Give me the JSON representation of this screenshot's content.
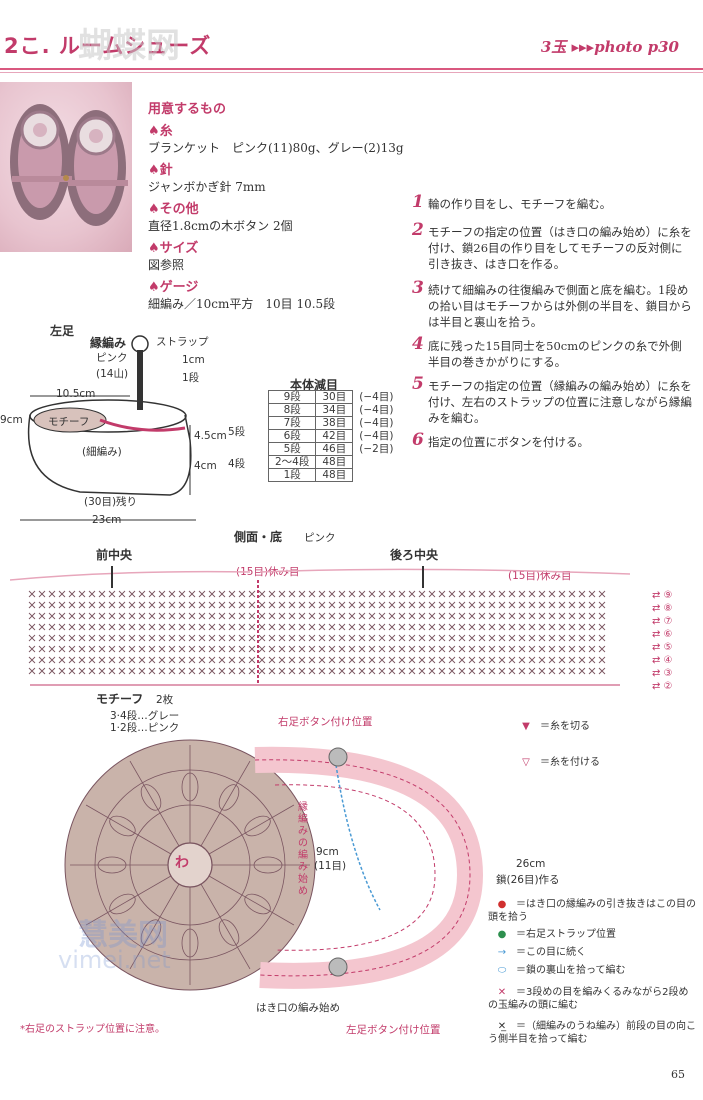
{
  "header": {
    "title": "2こ. ルームシューズ",
    "photo_ref": "3玉 ▸▸▸photo p30",
    "watermark": "蝴蝶网"
  },
  "materials": {
    "heading": "用意するもの",
    "yarn_label": "♠糸",
    "yarn": "ブランケット　ピンク(11)80g、グレー(2)13g",
    "needle_label": "♠針",
    "needle": "ジャンボかぎ針 7mm",
    "other_label": "♠その他",
    "other": "直径1.8cmの木ボタン 2個",
    "size_label": "♠サイズ",
    "size": "図参照",
    "gauge_label": "♠ゲージ",
    "gauge": "細編み／10cm平方　10目 10.5段"
  },
  "steps": [
    {
      "num": "1",
      "text": "輪の作り目をし、モチーフを編む。"
    },
    {
      "num": "2",
      "text": "モチーフの指定の位置（はき口の編み始め）に糸を付け、鎖26目の作り目をしてモチーフの反対側に引き抜き、はき口を作る。"
    },
    {
      "num": "3",
      "text": "続けて細編みの往復編みで側面と底を編む。1段めの拾い目はモチーフからは外側の半目を、鎖目からは半目と裏山を拾う。"
    },
    {
      "num": "4",
      "text": "底に残った15目同士を50cmのピンクの糸で外側半目の巻きかがりにする。"
    },
    {
      "num": "5",
      "text": "モチーフの指定の位置（縁編みの編み始め）に糸を付け、左右のストラップの位置に注意しながら縁編みを編む。"
    },
    {
      "num": "6",
      "text": "指定の位置にボタンを付ける。"
    }
  ],
  "diagram1": {
    "left_foot": "左足",
    "edging": "縁編み",
    "edging_color": "ピンク",
    "edging_count": "(14山)",
    "strap": "ストラップ",
    "one_cm": "1cm",
    "one_row": "1段",
    "length_top": "10.5cm",
    "nine_cm": "9cm",
    "motif": "モチーフ",
    "sc": "(細編み)",
    "h1": "4.5cm",
    "r1": "5段",
    "h2": "4cm",
    "r2": "4段",
    "remaining": "(30目)残り",
    "total": "23cm"
  },
  "decrease_table": {
    "title": "本体減目",
    "rows": [
      [
        "9段",
        "30目",
        "(−4目)"
      ],
      [
        "8段",
        "34目",
        "(−4目)"
      ],
      [
        "7段",
        "38目",
        "(−4目)"
      ],
      [
        "6段",
        "42目",
        "(−4目)"
      ],
      [
        "5段",
        "46目",
        "(−2目)"
      ],
      [
        "2〜4段",
        "48目",
        ""
      ],
      [
        "1段",
        "48目",
        ""
      ]
    ]
  },
  "diagram2": {
    "title": "側面・底",
    "color": "ピンク",
    "front_center": "前中央",
    "back_center": "後ろ中央",
    "rest_left": "(15目)休み目",
    "rest_right": "(15目)休み目",
    "row_marks": [
      "⑨",
      "⑧",
      "⑦",
      "⑥",
      "⑤",
      "④",
      "③",
      "②"
    ]
  },
  "motif": {
    "title": "モチーフ",
    "count": "2枚",
    "rows_grey": "3·4段…グレー",
    "rows_pink": "1·2段…ピンク",
    "ring": "わ",
    "right_button": "右足ボタン付け位置",
    "edging_start": "縁編みの編み始め",
    "strap_len": "9cm",
    "strap_st": "(11目)",
    "chain_len": "26cm",
    "chain_st": "鎖(26目)作る",
    "opening_start": "はき口の編み始め",
    "left_button": "左足ボタン付け位置",
    "note": "*右足のストラップ位置に注意。"
  },
  "legend": {
    "cut": "＝糸を切る",
    "attach": "＝糸を付ける",
    "l1": "＝はき口の縁編みの引き抜きはこの目の頭を拾う",
    "l2": "＝右足ストラップ位置",
    "l3": "＝この目に続く",
    "l4": "＝鎖の裏山を拾って編む",
    "l5": "＝3段めの目を編みくるみながら2段めの玉編みの頭に編む",
    "l6": "＝（細編みのうね編み）前段の目の向こう側半目を拾って編む"
  },
  "watermarks": {
    "brand": "慧美网",
    "url": "vimei.net"
  },
  "page_number": "65",
  "colors": {
    "accent": "#c23b6a",
    "pink_fill": "#f4c6cf",
    "grey_fill": "#c8b0a8"
  }
}
